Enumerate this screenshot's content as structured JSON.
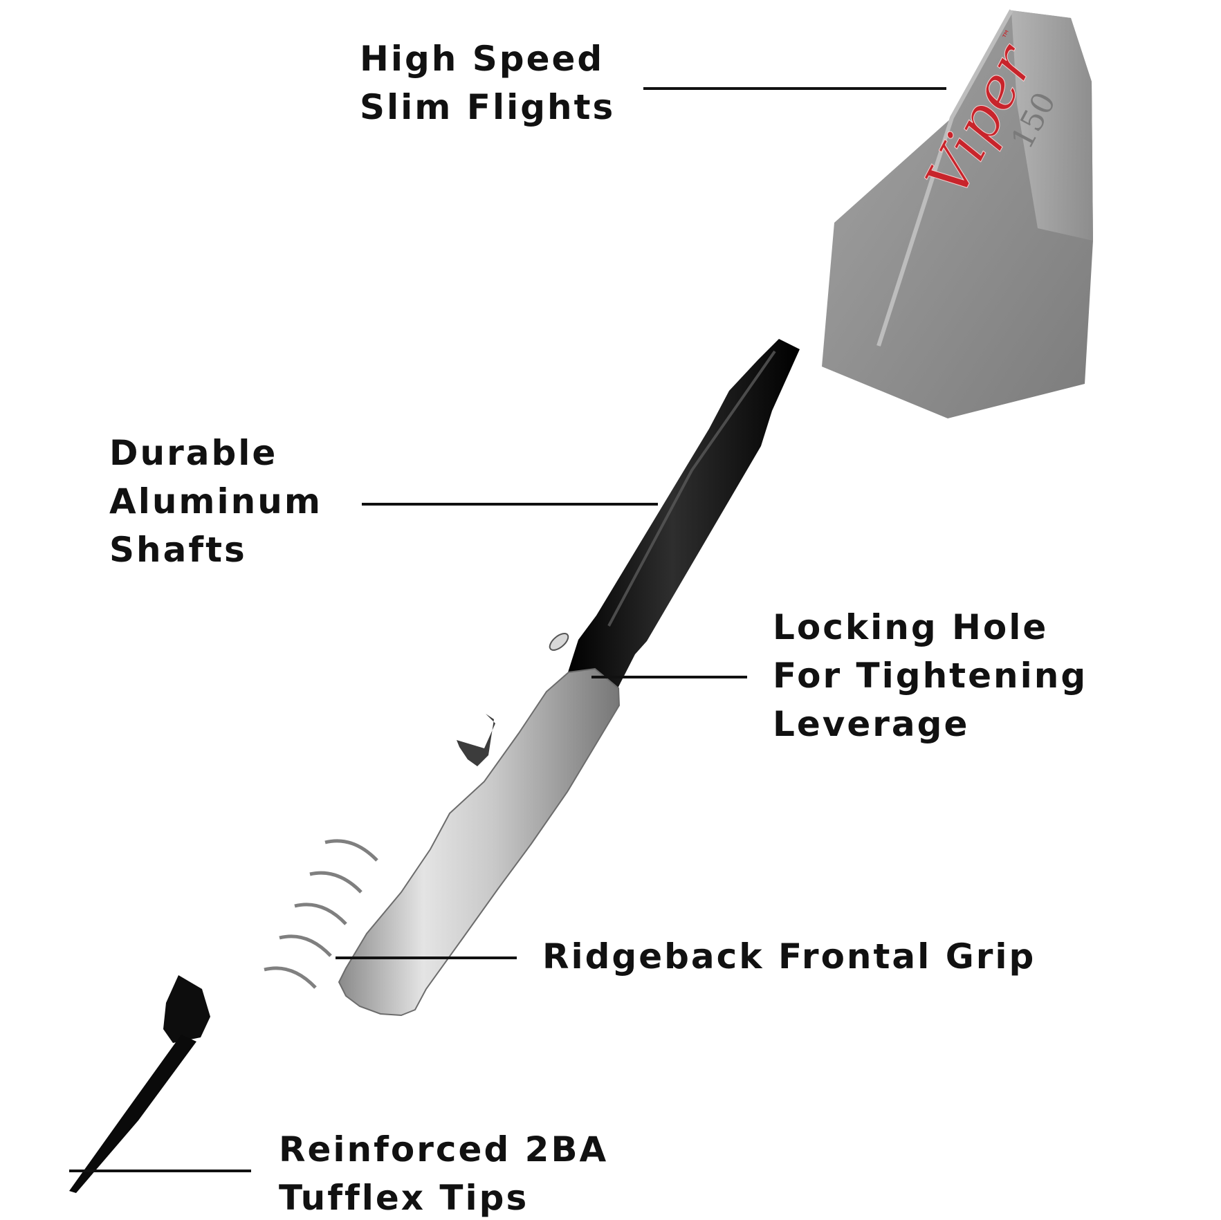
{
  "callouts": {
    "flights": {
      "lines": [
        "High Speed",
        "Slim Flights"
      ]
    },
    "shafts": {
      "lines": [
        "Durable",
        "Aluminum",
        "Shafts"
      ]
    },
    "locking_hole": {
      "lines": [
        "Locking Hole",
        "For Tightening",
        "Leverage"
      ]
    },
    "grip": {
      "lines": [
        "Ridgeback Frontal Grip"
      ]
    },
    "tips": {
      "lines": [
        "Reinforced 2BA",
        "Tufflex Tips"
      ]
    }
  },
  "flight_logo": {
    "brand": "Viper",
    "model": "150",
    "trademark": "™"
  },
  "colors": {
    "text": "#111111",
    "flight_gray": "#8c8c8c",
    "logo_red": "#c8242b",
    "shaft_black": "#0a0a0a",
    "barrel_silver": "#c6c6c6"
  }
}
